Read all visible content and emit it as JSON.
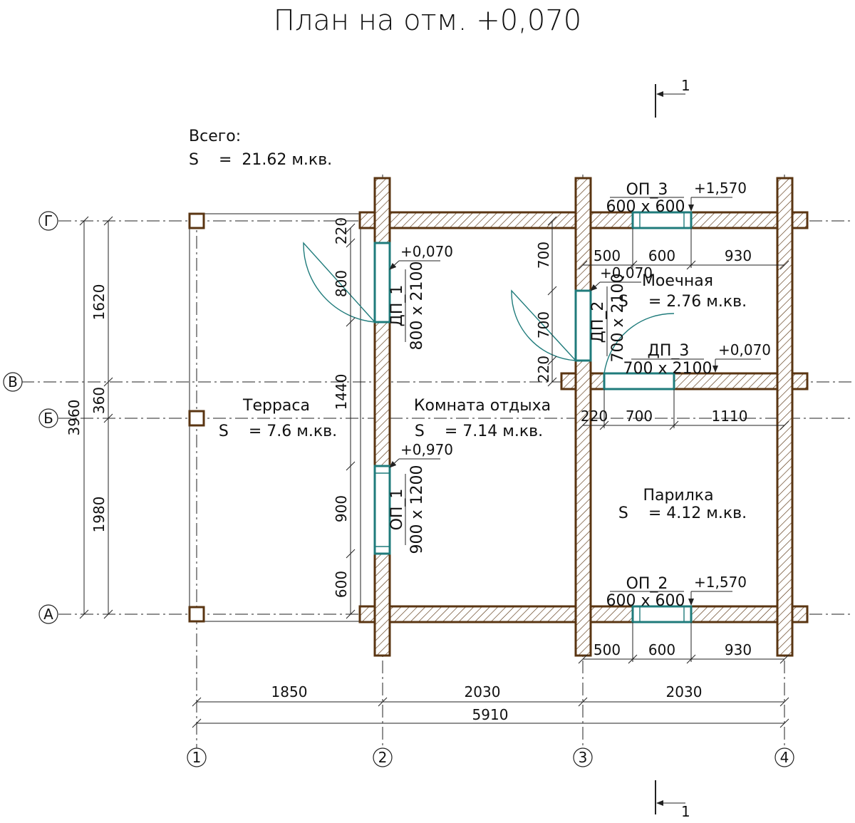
{
  "title": "План на отм. +0,070",
  "section_mark": "1",
  "total": {
    "label": "Всего:",
    "area": "S    =  21.62 м.кв."
  },
  "rooms": {
    "terrace": {
      "name": "Терраса",
      "area": "S    = 7.6 м.кв."
    },
    "rest": {
      "name": "Комната отдыха",
      "area": "S    = 7.14 м.кв."
    },
    "wash": {
      "name": "Моечная",
      "area": "S    = 2.76 м.кв."
    },
    "steam": {
      "name": "Парилка",
      "area": "S    = 4.12 м.кв."
    }
  },
  "openings": {
    "dp1": {
      "name": "ДП_1",
      "size": "800 х 2100",
      "level": "+0,070"
    },
    "dp2": {
      "name": "ДП_2",
      "size": "700 х 2100",
      "level": "+0,070"
    },
    "dp3": {
      "name": "ДП_3",
      "size": "700 х 2100",
      "level": "+0,070"
    },
    "op1": {
      "name": "ОП_1",
      "size": "900 х 1200",
      "level": "+0,970"
    },
    "op2": {
      "name": "ОП_2",
      "size": "600 х 600",
      "level": "+1,570"
    },
    "op3": {
      "name": "ОП_3",
      "size": "600 х 600",
      "level": "+1,570"
    }
  },
  "axes": {
    "vertical": [
      "1",
      "2",
      "3",
      "4"
    ],
    "horizontal": [
      "Г",
      "В",
      "Б",
      "А"
    ]
  },
  "dimensions": {
    "bottom_chain": [
      "1850",
      "2030",
      "2030"
    ],
    "bottom_total": "5910",
    "left_outer": "3960",
    "left_chain": [
      "1620",
      "360",
      "1980"
    ],
    "wall2_chain": [
      "220",
      "800",
      "1440",
      "900",
      "600"
    ],
    "wall3_chain": [
      "700",
      "700",
      "220"
    ],
    "top_right": [
      "500",
      "600",
      "930"
    ],
    "mid_right": [
      "220",
      "700",
      "1110"
    ],
    "bottom_right": [
      "500",
      "600",
      "930"
    ]
  },
  "colors": {
    "wall": "#5a3512",
    "opening": "#1f7b7b",
    "line": "#222222"
  }
}
